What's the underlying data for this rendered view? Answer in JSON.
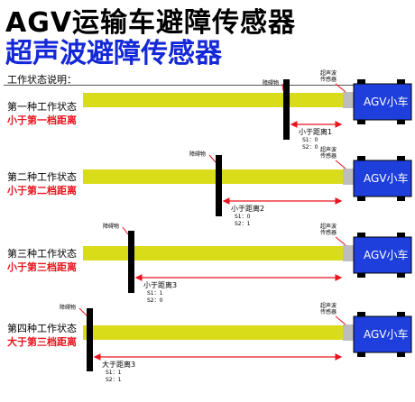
{
  "title_line1": "AGV运输车避障传感器",
  "title_line2": "超声波避障传感器",
  "section_label": "工作状态说明：",
  "obstacle_label": "障碍物",
  "sensor_label_line1": "超声波",
  "sensor_label_line2": "传感器",
  "car_label": "AGV小车",
  "colors": {
    "beam": "#d9dc18",
    "car": "#1f3fdc",
    "sensor": "#bdbdbd",
    "arrow": "#e8141e",
    "title2": "#1428d8"
  },
  "states": [
    {
      "name": "第一种工作状态",
      "condition": "小于第一档距离",
      "distance": "小于距离1",
      "s1": "S1：0",
      "s2": "S2：0"
    },
    {
      "name": "第二种工作状态",
      "condition": "小于第二档距离",
      "distance": "小于距离2",
      "s1": "S1：0",
      "s2": "S2：1"
    },
    {
      "name": "第三种工作状态",
      "condition": "小于第三档距离",
      "distance": "小于距离3",
      "s1": "S1：1",
      "s2": "S2：0"
    },
    {
      "name": "第四种工作状态",
      "condition": "大于第三档距离",
      "distance": "大于距离3",
      "s1": "S1：1",
      "s2": "S2：1"
    }
  ]
}
